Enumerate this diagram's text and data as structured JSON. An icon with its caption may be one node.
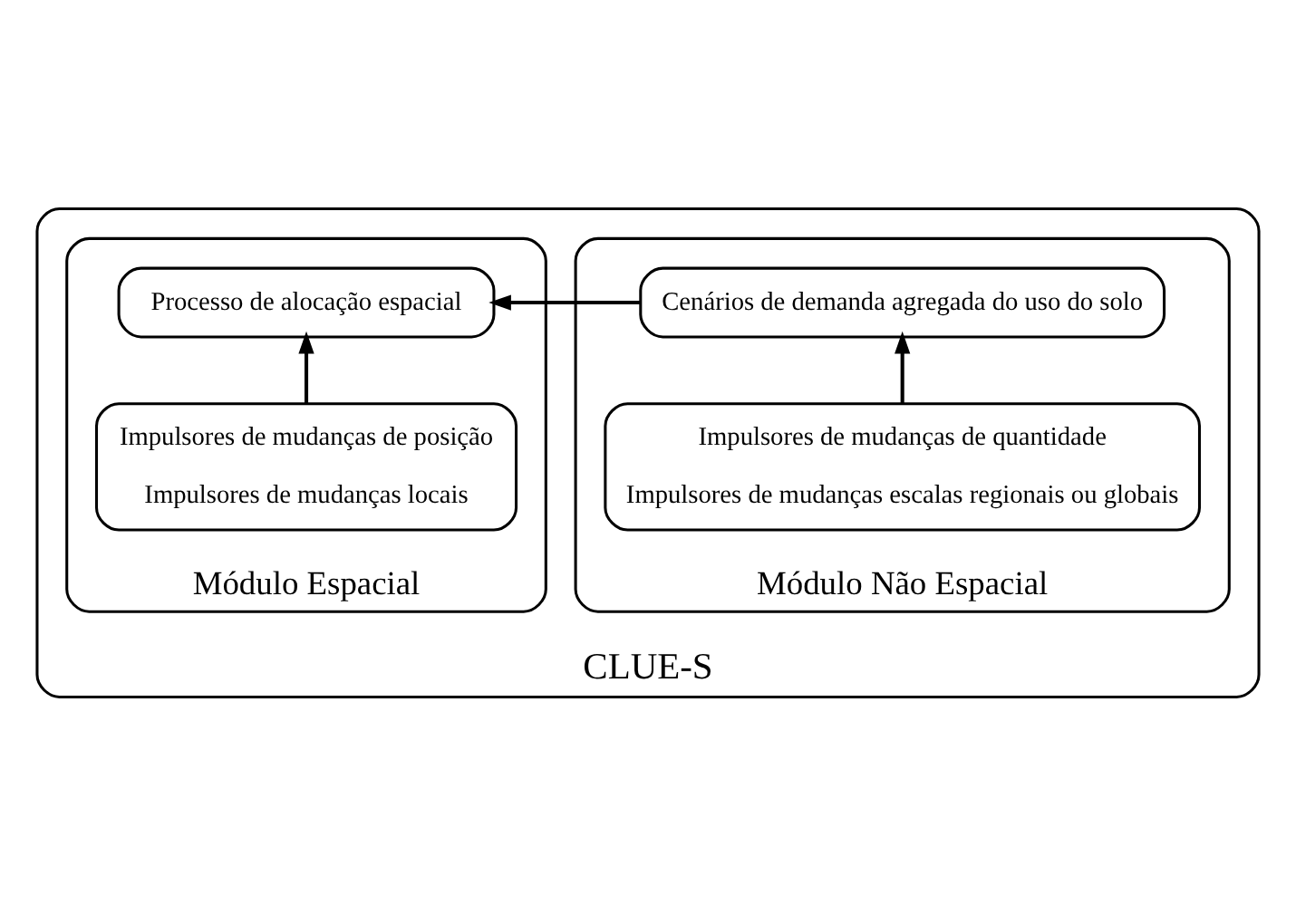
{
  "diagram": {
    "nodes": [
      {
        "text": [
          "CLUE-S"
        ]
      },
      {
        "text": [
          "Módulo Não Espacial"
        ],
        "in": 0
      },
      {
        "text": [
          "Cenários de demanda agregada do uso do solo"
        ],
        "in": 1
      },
      {
        "text": [
          "Impulsores de mudanças de quantidade",
          "Impulsores de mudanças escalas regionais ou globais"
        ],
        "in": 1
      },
      {
        "text": [
          "Módulo Espacial"
        ],
        "in": 0
      },
      {
        "text": [
          "Processo de alocação espacial"
        ],
        "in": 4
      },
      {
        "text": [
          "Impulsores de mudanças de posição",
          "Impulsores de mudanças locais"
        ],
        "in": 4
      }
    ],
    "edges": [
      {
        "from": 3,
        "to": 2,
        "arrow": "to"
      },
      {
        "from": 2,
        "to": 5,
        "arrow": "to"
      },
      {
        "from": 6,
        "to": 5,
        "arrow": "to"
      }
    ]
  }
}
